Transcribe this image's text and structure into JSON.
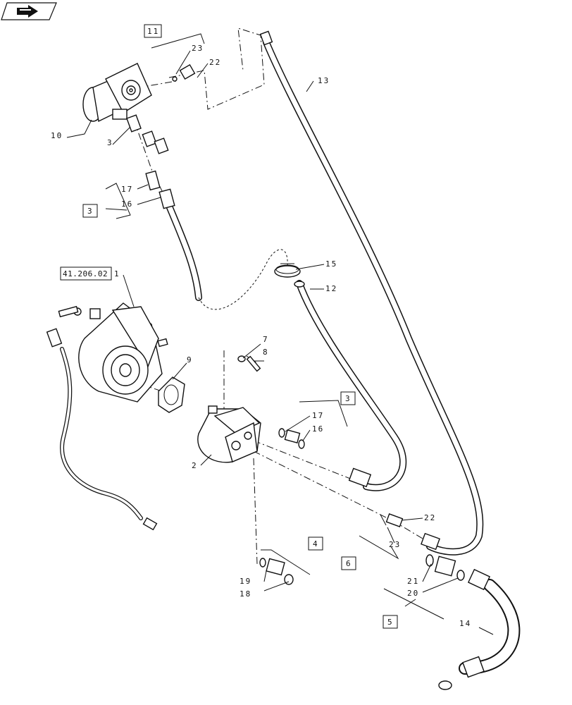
{
  "nav_icon": "next-page-arrow-icon",
  "callouts": {
    "ref_11": "11",
    "ref_3_top": "3",
    "ref_41": "41.206.02",
    "ref_3_mid": "3",
    "ref_4": "4",
    "ref_6": "6",
    "ref_5": "5"
  },
  "labels": {
    "l23_top": "23",
    "l22_top": "22",
    "l13": "13",
    "l10": "10",
    "l3": "3",
    "l17_top": "17",
    "l16_top": "16",
    "l15": "15",
    "l12": "12",
    "l1": "1",
    "l7": "7",
    "l8": "8",
    "l9": "9",
    "l17_mid": "17",
    "l16_mid": "16",
    "l2": "2",
    "l22_low": "22",
    "l23_low": "23",
    "l19": "19",
    "l18": "18",
    "l21": "21",
    "l20": "20",
    "l14": "14"
  }
}
